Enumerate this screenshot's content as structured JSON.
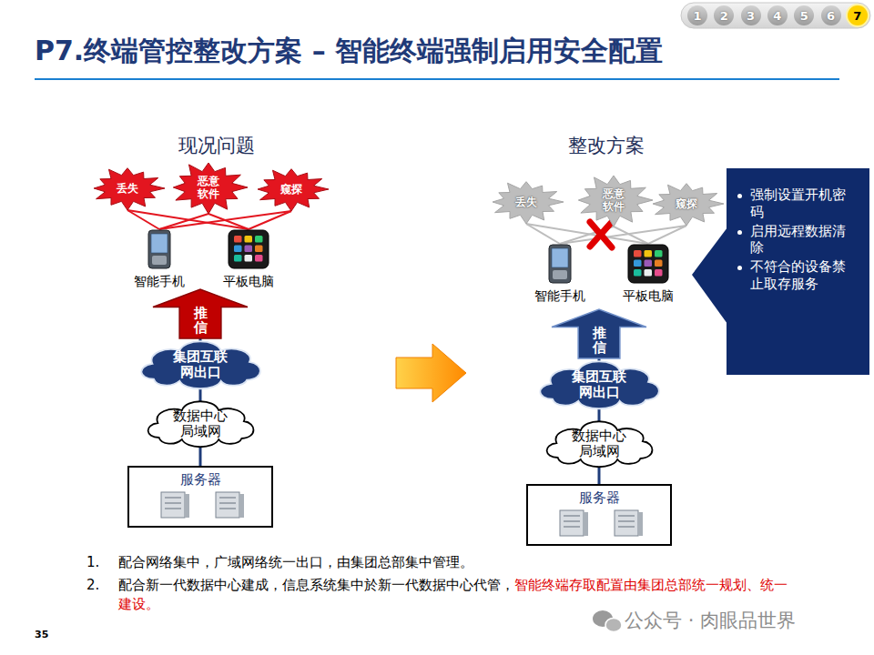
{
  "diagram": {
    "title": "P7.终端管控整改方案 – 智能终端强制启用安全配置",
    "nodes": [
      {
        "text": [
          "1"
        ]
      },
      {
        "text": [
          "2"
        ]
      },
      {
        "text": [
          "3"
        ]
      },
      {
        "text": [
          "4"
        ]
      },
      {
        "text": [
          "5"
        ]
      },
      {
        "text": [
          "6"
        ]
      },
      {
        "text": [
          "7"
        ]
      },
      {
        "text": [
          "丢失"
        ]
      },
      {
        "text": [
          "恶意 软件"
        ]
      },
      {
        "text": [
          "窥探"
        ]
      },
      {
        "text": [
          "智能手机"
        ]
      },
      {
        "text": [
          "平板电脑"
        ]
      },
      {
        "text": [
          "推信"
        ]
      },
      {
        "text": [
          "集团互联 网出口"
        ]
      },
      {
        "text": [
          "数据中心 局域网"
        ]
      },
      {
        "text": [
          "服务器"
        ]
      },
      {
        "text": [
          "丢失"
        ]
      },
      {
        "text": [
          "恶意 软件"
        ]
      },
      {
        "text": [
          "窥探"
        ]
      },
      {
        "text": [
          "智能手机"
        ]
      },
      {
        "text": [
          "平板电脑"
        ]
      },
      {
        "text": [
          "推信"
        ]
      },
      {
        "text": [
          "集团互联 网出口"
        ]
      },
      {
        "text": [
          "数据中心 局域网"
        ]
      },
      {
        "text": [
          "服务器"
        ]
      },
      {
        "text": [
          "强制设置开机密 码",
          "启用远程数据清 除",
          "不符合的设备禁 止取存服务"
        ]
      }
    ],
    "edges": [
      {
        "from": 7,
        "to": 10,
        "arrow": "none"
      },
      {
        "from": 7,
        "to": 11,
        "arrow": "none"
      },
      {
        "from": 8,
        "to": 10,
        "arrow": "none"
      },
      {
        "from": 8,
        "to": 11,
        "arrow": "none"
      },
      {
        "from": 9,
        "to": 10,
        "arrow": "none"
      },
      {
        "from": 9,
        "to": 11,
        "arrow": "none"
      },
      {
        "from": 15,
        "to": 14,
        "arrow": "none"
      },
      {
        "from": 14,
        "to": 13,
        "arrow": "none"
      },
      {
        "from": 13,
        "to": 12,
        "arrow": "none"
      },
      {
        "from": 16,
        "to": 19,
        "arrow": "none"
      },
      {
        "from": 16,
        "to": 20,
        "arrow": "none"
      },
      {
        "from": 17,
        "to": 19,
        "arrow": "none"
      },
      {
        "from": 17,
        "to": 20,
        "arrow": "none"
      },
      {
        "from": 18,
        "to": 19,
        "arrow": "none"
      },
      {
        "from": 18,
        "to": 20,
        "arrow": "none"
      },
      {
        "from": 24,
        "to": 23,
        "arrow": "none"
      },
      {
        "from": 23,
        "to": 22,
        "arrow": "none"
      },
      {
        "from": 22,
        "to": 21,
        "arrow": "none"
      }
    ],
    "labels": [
      "现况问题",
      "整改方案",
      "1.",
      "配合网络集中，广域网络统一出口，由集团总部集中管理。",
      "2.",
      "配合新一代数据中心建成，信息系统集中於新一代数据中心代管，",
      "智能终端存取配置由集团总部统一规划、统一 建设。",
      "35",
      "公众号 · 肉眼品世界"
    ]
  }
}
